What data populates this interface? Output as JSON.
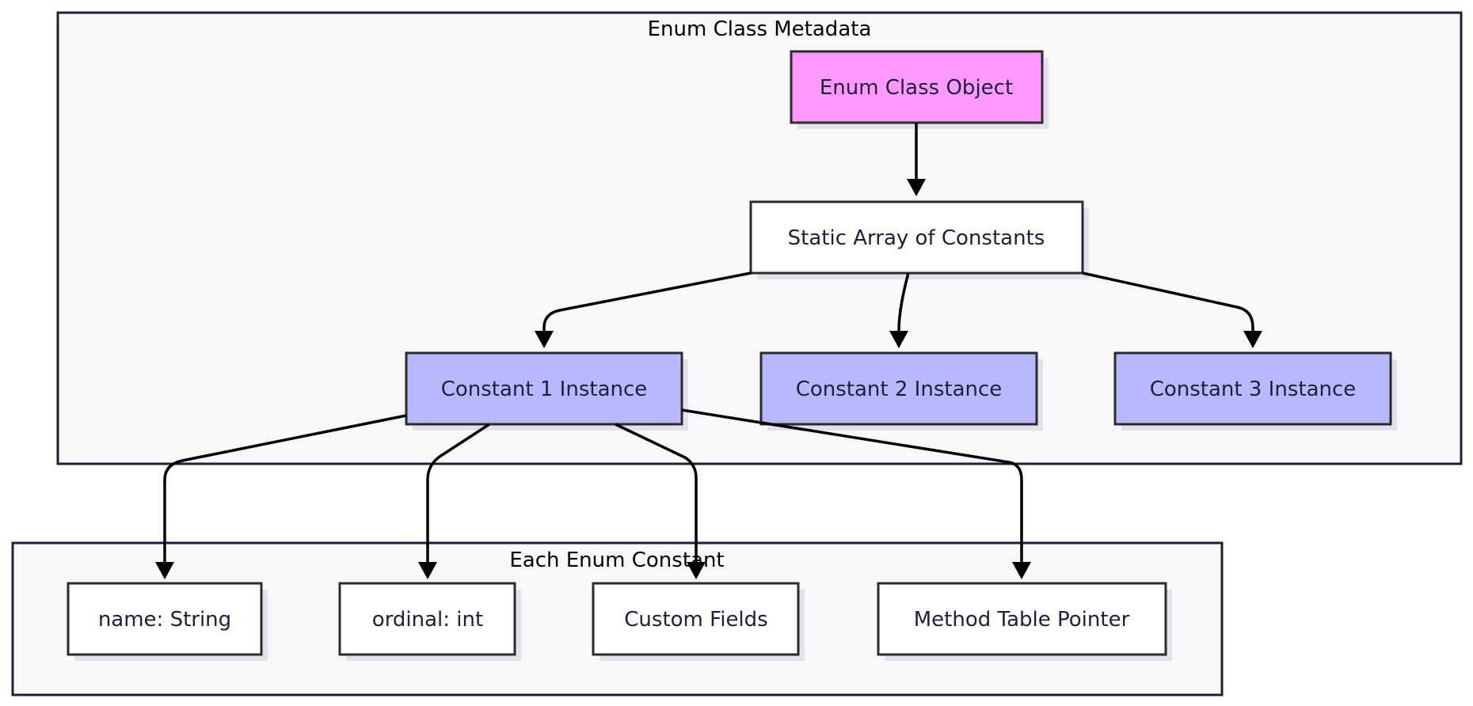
{
  "clusters": {
    "metadata": {
      "title": "Enum Class Metadata"
    },
    "constant": {
      "title": "Each Enum Constant"
    }
  },
  "nodes": {
    "enum_class_object": "Enum Class Object",
    "static_array": "Static Array of Constants",
    "constant_1": "Constant 1 Instance",
    "constant_2": "Constant 2 Instance",
    "constant_3": "Constant 3 Instance",
    "name_field": "name: String",
    "ordinal_field": "ordinal: int",
    "custom_fields": "Custom Fields",
    "method_table": "Method Table Pointer"
  },
  "colors": {
    "cluster_fill": "#f8f8fa",
    "cluster_stroke": "#1f1f3a",
    "node_stroke": "#2b2b2b",
    "class_object_fill": "#ff99ff",
    "constant_fill": "#b8b8ff",
    "plain_fill": "#ffffff",
    "edge": "#000000"
  },
  "edges": [
    {
      "from": "enum_class_object",
      "to": "static_array"
    },
    {
      "from": "static_array",
      "to": "constant_1"
    },
    {
      "from": "static_array",
      "to": "constant_2"
    },
    {
      "from": "static_array",
      "to": "constant_3"
    },
    {
      "from": "constant_1",
      "to": "name_field"
    },
    {
      "from": "constant_1",
      "to": "ordinal_field"
    },
    {
      "from": "constant_1",
      "to": "custom_fields"
    },
    {
      "from": "constant_1",
      "to": "method_table"
    }
  ]
}
